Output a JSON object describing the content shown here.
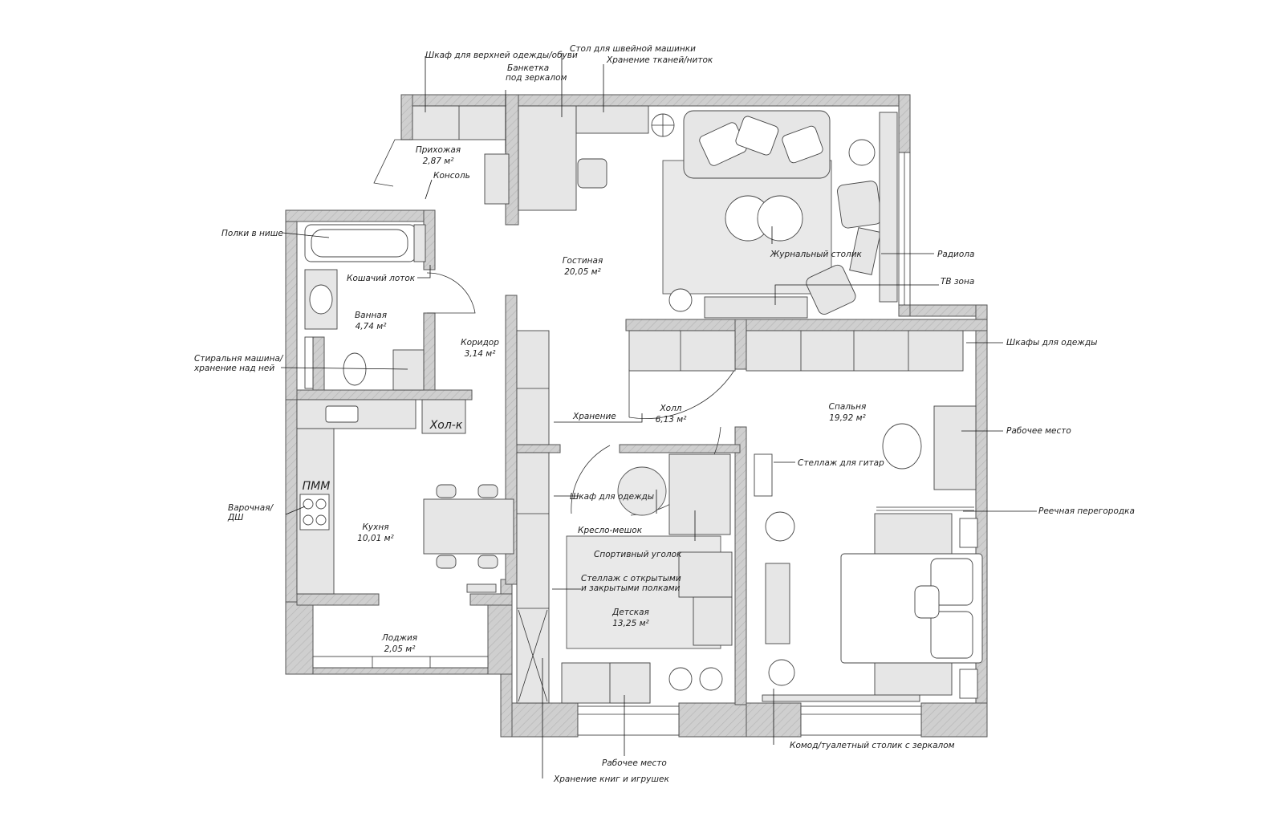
{
  "rooms": {
    "prikhozhaya": {
      "name": "Прихожая",
      "area": "2,87 м²"
    },
    "gostinaya": {
      "name": "Гостиная",
      "area": "20,05 м²"
    },
    "vannaya": {
      "name": "Ванная",
      "area": "4,74 м²"
    },
    "koridor": {
      "name": "Коридор",
      "area": "3,14 м²"
    },
    "kholl": {
      "name": "Холл",
      "area": "6,13 м²"
    },
    "spalnya": {
      "name": "Спальня",
      "area": "19,92 м²"
    },
    "kukhnya": {
      "name": "Кухня",
      "area": "10,01 м²"
    },
    "detskaya": {
      "name": "Детская",
      "area": "13,25 м²"
    },
    "lodzhiya": {
      "name": "Лоджия",
      "area": "2,05 м²"
    }
  },
  "marks": {
    "pmm": "ПММ",
    "fridge": "Хол-к"
  },
  "callouts": {
    "wardrobe_outerwear": "Шкаф для верхней одежды/обуви",
    "sewing_table": "Стол для швейной машинки",
    "fabric_storage": "Хранение тканей/ниток",
    "bench_line1": "Банкетка",
    "bench_line2": "под зеркалом",
    "console": "Консоль",
    "niche_shelves": "Полки в нише",
    "cat_litter": "Кошачий лоток",
    "coffee_table": "Журнальный столик",
    "radiola": "Радиола",
    "tv_zone": "ТВ зона",
    "washer_line1": "Стиральня машина/",
    "washer_line2": "хранение над ней",
    "clothes_wardrobes": "Шкафы для одежды",
    "storage": "Хранение",
    "workplace_bedroom": "Рабочее место",
    "guitar_rack": "Стеллаж для гитар",
    "wardrobe_clothes": "Шкаф для одежды",
    "hob_line1": "Варочная/",
    "hob_line2": "ДШ",
    "slatted_partition": "Реечная перегородка",
    "beanbag": "Кресло-мешок",
    "sport_corner": "Спортивный уголок",
    "shelving_line1": "Стеллаж с открытыми",
    "shelving_line2": "и закрытыми полками",
    "workplace_kids": "Рабочее место",
    "dresser": "Комод/туалетный столик с зеркалом",
    "books_toys": "Хранение книг и игрушек"
  }
}
